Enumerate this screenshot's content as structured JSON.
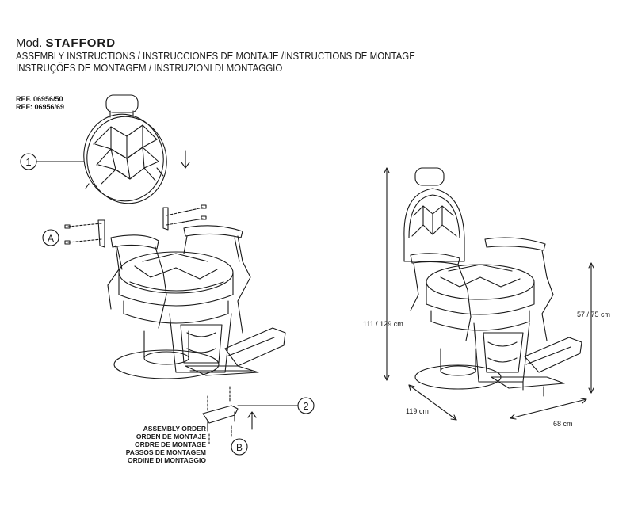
{
  "header": {
    "model_prefix": "Mod.",
    "model_name": "STAFFORD",
    "line1": "ASSEMBLY INSTRUCTIONS  /  INSTRUCCIONES DE MONTAJE  /INSTRUCTIONS DE MONTAGE",
    "line2": "INSTRUÇÕES DE MONTAGEM / INSTRUZIONI DI MONTAGGIO"
  },
  "refs": [
    "REF. 06956/50",
    "REF: 06956/69"
  ],
  "assembly_order": [
    "ASSEMBLY ORDER",
    "ORDEN DE MONTAJE",
    "ORDRE DE MONTAGE",
    "PASSOS DE MONTAGEM",
    "ORDINE DI MONTAGGIO"
  ],
  "callouts": {
    "step1": "1",
    "step2": "2",
    "partA": "A",
    "partB": "B"
  },
  "dimensions": {
    "height": "111 / 129 cm",
    "seat_height": "57 / 75 cm",
    "depth": "119 cm",
    "width": "68 cm"
  },
  "colors": {
    "line": "#1a1a1a",
    "background": "#ffffff"
  }
}
